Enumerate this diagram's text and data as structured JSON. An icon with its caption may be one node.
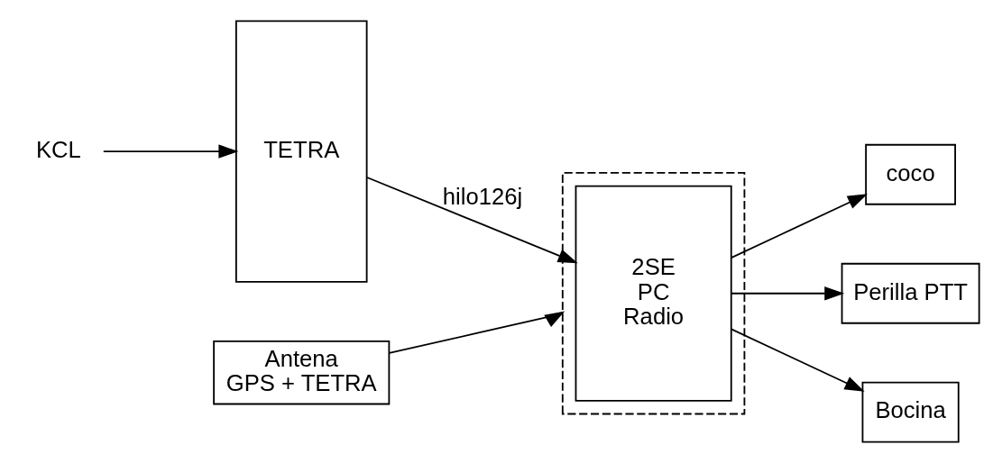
{
  "diagram": {
    "nodes": [
      {
        "text": [
          "KCL"
        ]
      },
      {
        "text": [
          "TETRA"
        ]
      },
      {
        "text": [],
        "shape": "box"
      },
      {
        "text": [
          "2SE",
          "PC",
          "Radio"
        ],
        "in": 2
      },
      {
        "text": [
          "Antena",
          "GPS + TETRA"
        ]
      },
      {
        "text": [
          "coco"
        ]
      },
      {
        "text": [
          "Perilla PTT"
        ]
      },
      {
        "text": [
          "Bocina"
        ]
      }
    ],
    "edges": [
      {
        "from": 0,
        "to": 1,
        "arrow": "to"
      },
      {
        "from": 1,
        "to": 3,
        "arrow": "to",
        "label": "hilo126j"
      },
      {
        "from": 3,
        "to": 5,
        "arrow": "to"
      },
      {
        "from": 3,
        "to": 6,
        "arrow": "to"
      },
      {
        "from": 3,
        "to": 7,
        "arrow": "to"
      },
      {
        "from": 4,
        "to": 2,
        "arrow": "to"
      }
    ]
  }
}
